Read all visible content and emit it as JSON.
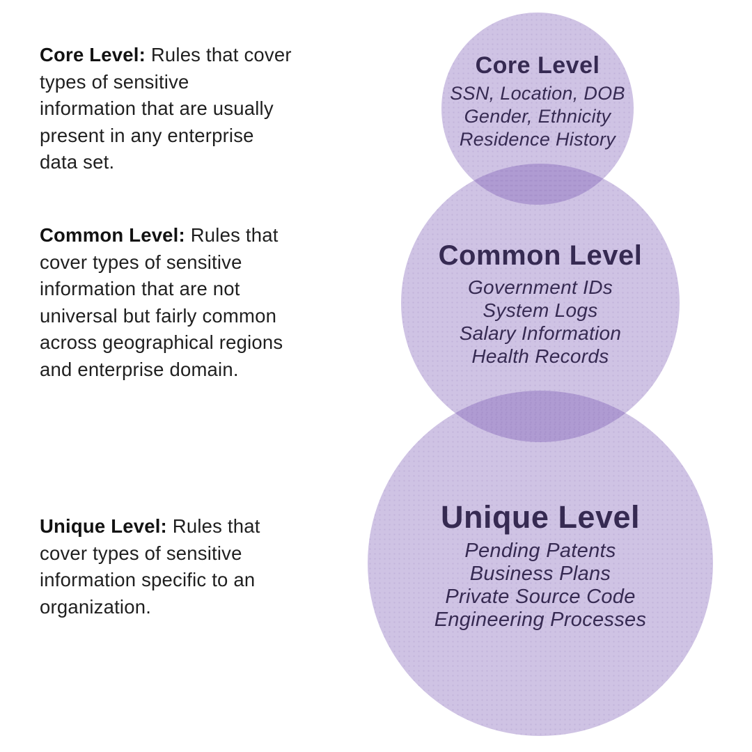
{
  "colors": {
    "background": "#ffffff",
    "circle_fill_rgba": "rgba(113,78,176,0.34)",
    "circle_single_hex": "#d1c5e5",
    "circle_overlap_hex": "#b09cce",
    "circle_text": "#362a52",
    "body_text": "#1f1f1f"
  },
  "left_panel": {
    "descriptions": [
      {
        "label": "Core Level:",
        "line1_rest": " Rules that cover",
        "lines": [
          "types of sensitive",
          "information that are usually",
          "present in any enterprise",
          "data set."
        ]
      },
      {
        "label": "Common Level:",
        "line1_rest": " Rules that",
        "lines": [
          "cover types of sensitive",
          "information that are not",
          "universal but fairly common",
          "across geographical regions",
          "and enterprise domain."
        ]
      },
      {
        "label": "Unique Level:",
        "line1_rest": " Rules that",
        "lines": [
          "cover types of sensitive",
          "information specific to an",
          "organization."
        ]
      }
    ]
  },
  "diagram": {
    "circles": [
      {
        "title": "Core Level",
        "items": [
          "SSN, Location, DOB",
          "Gender, Ethnicity",
          "Residence History"
        ]
      },
      {
        "title": "Common Level",
        "items": [
          "Government IDs",
          "System Logs",
          "Salary Information",
          "Health Records"
        ]
      },
      {
        "title": "Unique Level",
        "items": [
          "Pending Patents",
          "Business Plans",
          "Private Source Code",
          "Engineering Processes"
        ]
      }
    ]
  }
}
